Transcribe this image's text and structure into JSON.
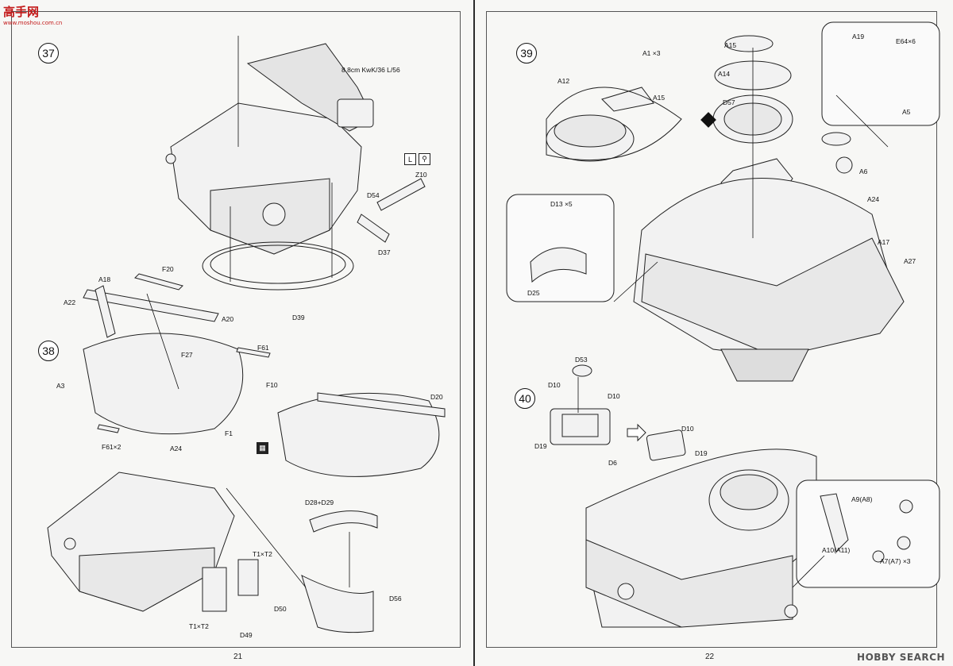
{
  "watermark": {
    "brand": "高手网",
    "url": "www.moshou.com.cn"
  },
  "footer_brand": "HOBBY SEARCH",
  "pages": {
    "left": {
      "number": "21"
    },
    "right": {
      "number": "22"
    }
  },
  "steps": {
    "s37": {
      "number": "37",
      "labels": {
        "gun": "8.8cm KwK/36 L/56",
        "d54": "D54",
        "z10": "Z10",
        "d37": "D37",
        "d39": "D39"
      }
    },
    "s38": {
      "number": "38",
      "labels": {
        "f20": "F20",
        "a18": "A18",
        "a22": "A22",
        "a20": "A20",
        "f61": "F61",
        "f27": "F27",
        "a3": "A3",
        "f10": "F10",
        "f1": "F1",
        "f61x2": "F61×2",
        "a24": "A24",
        "d20": "D20",
        "d28": "D28+D29",
        "t1a": "T1×T2",
        "t1b": "T1×T2",
        "d50": "D50",
        "d49": "D49",
        "d56": "D56"
      }
    },
    "s39": {
      "number": "39",
      "labels": {
        "a1": "A1 ×3",
        "a12": "A12",
        "a15l": "A15",
        "a15": "A15",
        "a14": "A14",
        "d57": "D57",
        "a19": "A19",
        "e64": "E64×6",
        "a5": "A5",
        "a6": "A6",
        "a24": "A24",
        "d13": "D13 ×5",
        "d25": "D25",
        "a17": "A17",
        "a27": "A27"
      }
    },
    "s40": {
      "number": "40",
      "labels": {
        "d53": "D53",
        "d10a": "D10",
        "d10b": "D10",
        "d10c": "D10",
        "d19a": "D19",
        "d19b": "D19",
        "d6": "D6",
        "a9": "A9(A8)",
        "a10": "A10(A11)",
        "a7": "A7(A7) ×3"
      }
    }
  }
}
